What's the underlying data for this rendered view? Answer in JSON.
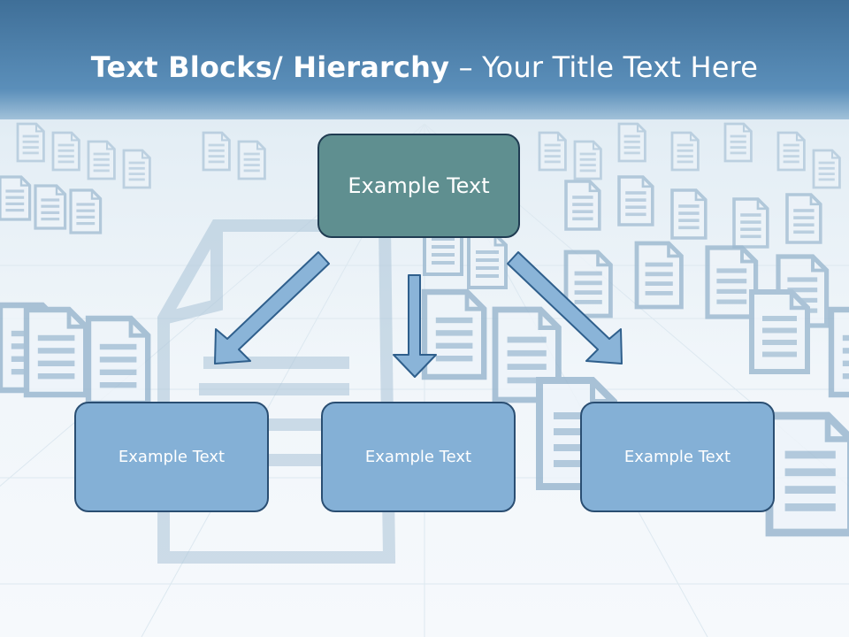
{
  "slide": {
    "title_bold": "Text Blocks/ Hierarchy",
    "title_rest": " – Your Title Text Here"
  },
  "hierarchy": {
    "root": {
      "label": "Example Text"
    },
    "children": [
      {
        "label": "Example Text"
      },
      {
        "label": "Example Text"
      },
      {
        "label": "Example Text"
      }
    ]
  },
  "colors": {
    "title_bar": "#4a7eab",
    "root_fill": "#5f8f90",
    "child_fill": "#84b0d6",
    "arrow_fill": "#8ab4d8",
    "border": "#2a4e72"
  }
}
